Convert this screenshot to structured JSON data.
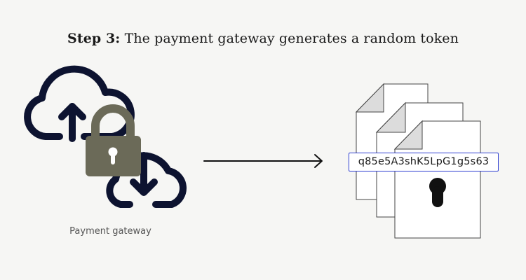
{
  "title": {
    "step": "Step 3:",
    "text": "The payment gateway generates a random token"
  },
  "gateway": {
    "label": "Payment gateway"
  },
  "token": {
    "value": "q85e5A3shK5LpG1g5s63"
  },
  "icons": {
    "upload_cloud": "cloud-upload-icon",
    "download_cloud": "cloud-download-icon",
    "padlock": "padlock-icon",
    "arrow": "arrow-right-icon",
    "documents": "document-stack-icon",
    "keyhole": "keyhole-icon"
  },
  "colors": {
    "background": "#f6f6f4",
    "cloud_stroke": "#0d1330",
    "padlock_body": "#6b6a58",
    "token_border": "#2f3fd1",
    "keyhole": "#111111"
  }
}
